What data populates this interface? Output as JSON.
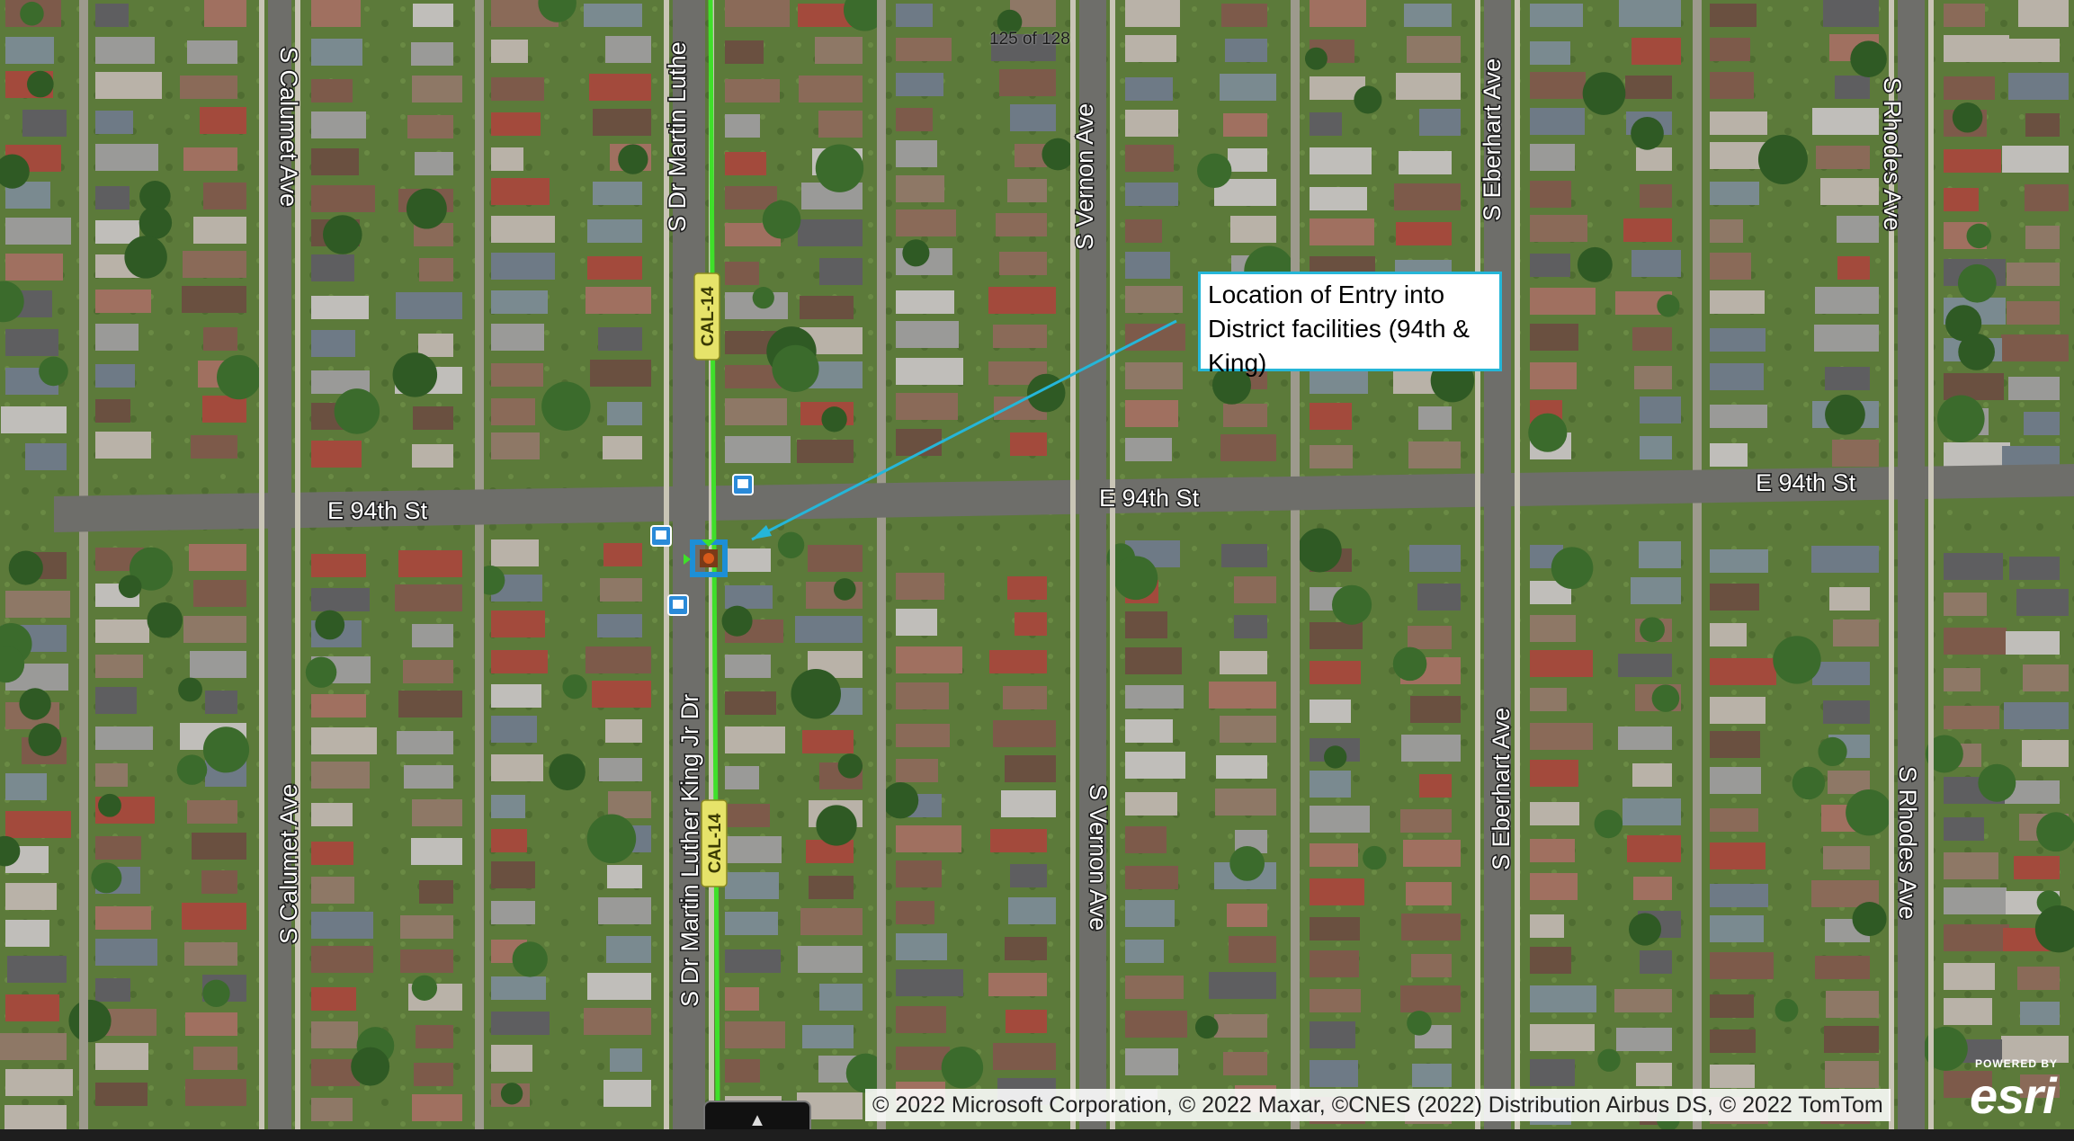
{
  "map": {
    "page_counter": "125 of 128",
    "street_labels": {
      "calumet_north": "S Calumet Ave",
      "calumet_south": "S Calumet Ave",
      "mlk_north": "S Dr Martin Luthe",
      "mlk_south": "S Dr Martin Luther King Jr Dr",
      "vernon_north": "S Vernon Ave",
      "vernon_south": "S Vernon Ave",
      "eberhart_north": "S Eberhart Ave",
      "eberhart_south": "S Eberhart Ave",
      "rhodes_north": "S Rhodes Ave",
      "rhodes_south": "S Rhodes Ave",
      "e94_west": "E 94th St",
      "e94_mid": "E 94th St",
      "e94_east": "E 94th St"
    },
    "route_labels": {
      "north": "CAL-14",
      "south": "CAL-14"
    },
    "callout_text": "Location of Entry into District facilities (94th & King)",
    "attribution": "© 2022 Microsoft Corporation, © 2022 Maxar, ©CNES (2022) Distribution Airbus DS, © 2022 TomTom",
    "esri_powered_by": "POWERED BY",
    "esri_logo": "esri",
    "colors": {
      "route_line": "#3fe02a",
      "callout_border": "#25b6d8",
      "leader_line": "#25b6d8",
      "marker": "#1d8fd6"
    },
    "icons": [
      "bus-stop-icon",
      "entry-point-marker-icon",
      "chevron-up-icon"
    ]
  }
}
